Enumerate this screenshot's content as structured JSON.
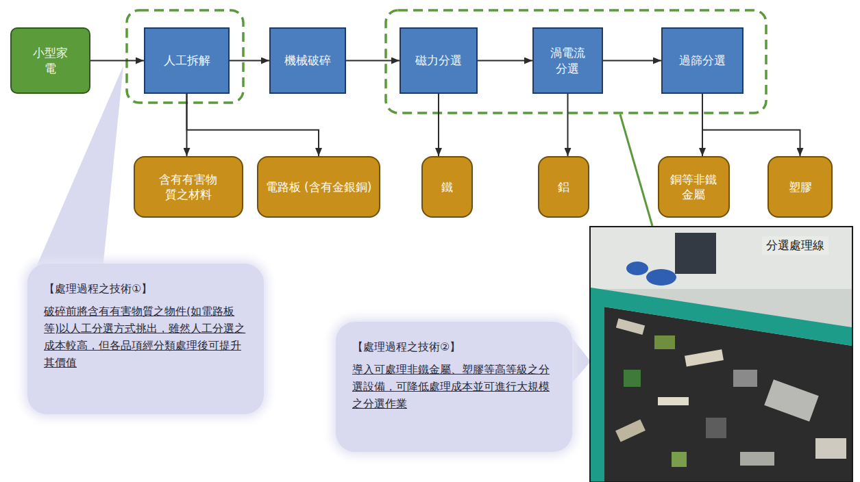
{
  "diagram": {
    "nodes": [
      {
        "text": [
          "小型家電"
        ]
      },
      {
        "text": [
          "人工拆解"
        ]
      },
      {
        "text": [
          "機械破碎"
        ]
      },
      {
        "text": [
          "磁力分選"
        ]
      },
      {
        "text": [
          "渦電流分選"
        ]
      },
      {
        "text": [
          "過篩分選"
        ]
      },
      {
        "text": [
          "含有有害物質之材料"
        ]
      },
      {
        "text": [
          "電路板 (含有金銀銅)"
        ]
      },
      {
        "text": [
          "鐵"
        ]
      },
      {
        "text": [
          "鋁"
        ]
      },
      {
        "text": [
          "銅等非鐵金屬"
        ]
      },
      {
        "text": [
          "塑膠"
        ]
      },
      {
        "text": [
          "【處理過程之技術①】",
          "破碎前將含有有害物質之物件(如電路板等)以人工分選方式挑出，雖然人工分選之成本較高，但各品項經分類處理後可提升其價值"
        ]
      },
      {
        "text": [
          "【處理過程之技術②】",
          "導入可處理非鐵金屬、塑膠等高等級之分選設備，可降低處理成本並可進行大規模之分選作業"
        ]
      }
    ],
    "edges": [
      {
        "from": 0,
        "to": 1,
        "arrow": "to"
      },
      {
        "from": 1,
        "to": 2,
        "arrow": "to"
      },
      {
        "from": 2,
        "to": 3,
        "arrow": "to"
      },
      {
        "from": 3,
        "to": 4,
        "arrow": "to"
      },
      {
        "from": 4,
        "to": 5,
        "arrow": "to"
      },
      {
        "from": 1,
        "to": 6,
        "arrow": "to"
      },
      {
        "from": 1,
        "to": 7,
        "arrow": "to"
      },
      {
        "from": 3,
        "to": 8,
        "arrow": "to"
      },
      {
        "from": 4,
        "to": 9,
        "arrow": "to"
      },
      {
        "from": 5,
        "to": 10,
        "arrow": "to"
      },
      {
        "from": 5,
        "to": 11,
        "arrow": "to"
      }
    ],
    "labels": [
      "分選處理線"
    ]
  }
}
